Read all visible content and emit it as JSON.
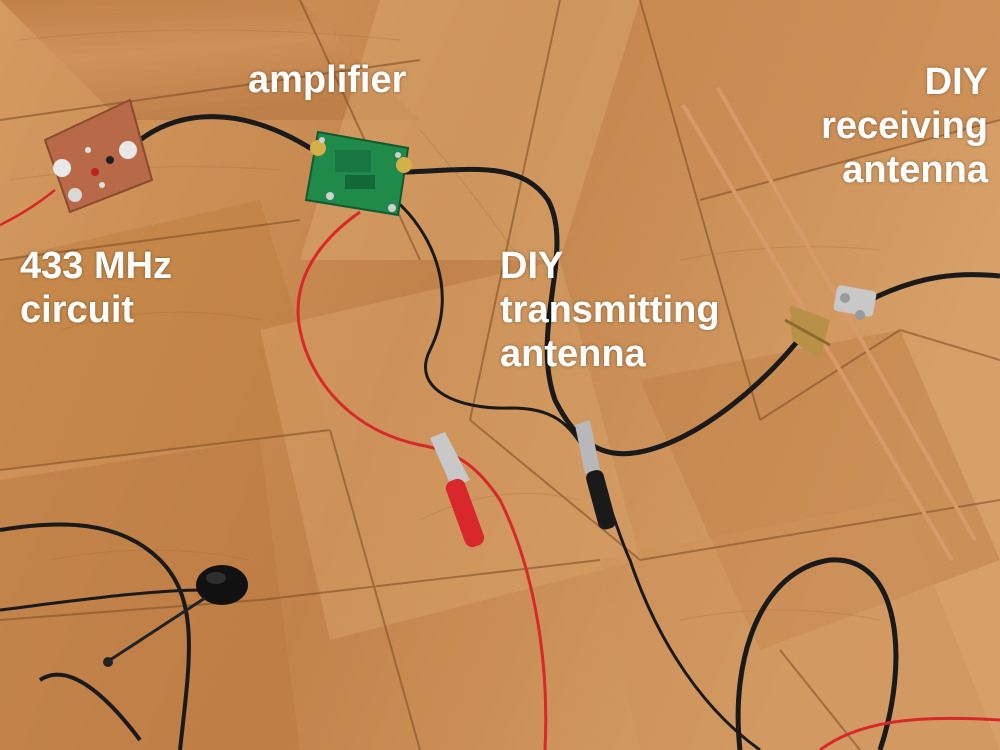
{
  "labels": {
    "amplifier": "amplifier",
    "circuit": {
      "line1": "433 MHz",
      "line2": "circuit"
    },
    "tx": {
      "line1": "DIY",
      "line2": "transmitting",
      "line3": "antenna"
    },
    "rx": {
      "line1": "DIY",
      "line2": "receiving",
      "line3": "antenna"
    }
  },
  "colors": {
    "floor": "#c98a52",
    "pcb_green": "#1f8a4a",
    "pcb_copper": "#b86a48",
    "cable_black": "#1a1a1a",
    "cable_red": "#d8282c",
    "copper_rod": "#d89a6a"
  }
}
